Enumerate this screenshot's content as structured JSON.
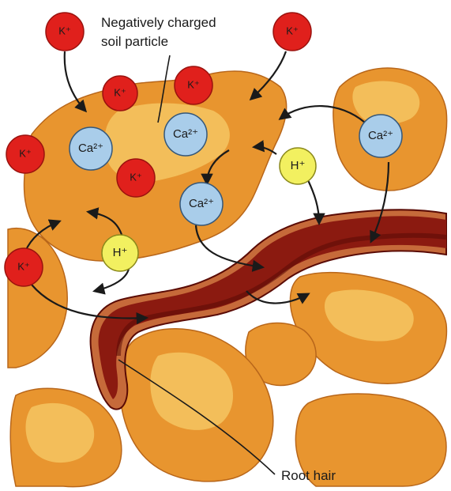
{
  "labels": {
    "particle_line1": "Negatively charged",
    "particle_line2": "soil particle",
    "root_hair": "Root hair"
  },
  "ions": {
    "potassium": "K⁺",
    "calcium": "Ca²⁺",
    "hydrogen": "H⁺"
  },
  "colors": {
    "potassium": "#e0201c",
    "calcium": "#a9cdea",
    "hydrogen": "#f2f060",
    "soil": "#e8952f",
    "soil_light": "#f5c562",
    "root": "#8b1a10",
    "root_dark": "#5a0b05"
  }
}
